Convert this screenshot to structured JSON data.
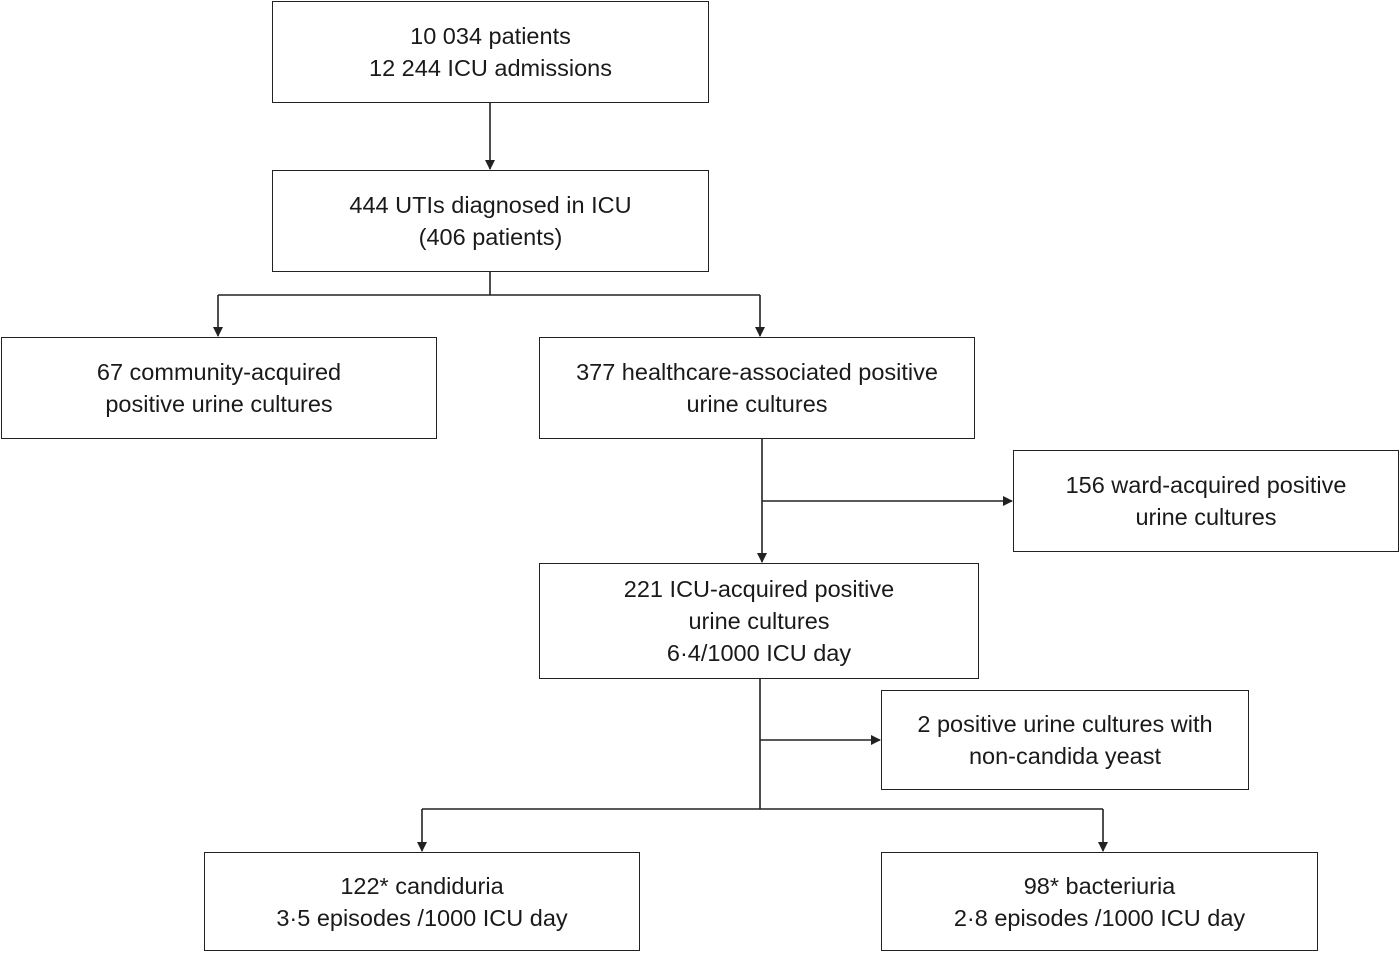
{
  "flowchart": {
    "total": {
      "line1": "10 034 patients",
      "line2": "12 244 ICU admissions"
    },
    "uti": {
      "line1": "444 UTIs diagnosed in ICU",
      "line2": "(406 patients)"
    },
    "community": {
      "line1": "67 community-acquired",
      "line2": "positive urine cultures"
    },
    "healthcare": {
      "line1": "377 healthcare-associated positive",
      "line2": "urine cultures"
    },
    "ward": {
      "line1": "156 ward-acquired positive",
      "line2": "urine cultures"
    },
    "icu_acquired": {
      "line1": "221 ICU-acquired positive",
      "line2": "urine cultures",
      "line3": "6·4/1000 ICU day"
    },
    "yeast": {
      "line1": "2 positive urine cultures with",
      "line2": "non-candida yeast"
    },
    "candiduria": {
      "line1": "122* candiduria",
      "line2": "3·5 episodes /1000 ICU day"
    },
    "bacteriuria": {
      "line1": "98* bacteriuria",
      "line2": "2·8 episodes /1000 ICU day"
    }
  },
  "colors": {
    "line": "#222222",
    "text": "#1a1a1a",
    "background": "#ffffff"
  }
}
